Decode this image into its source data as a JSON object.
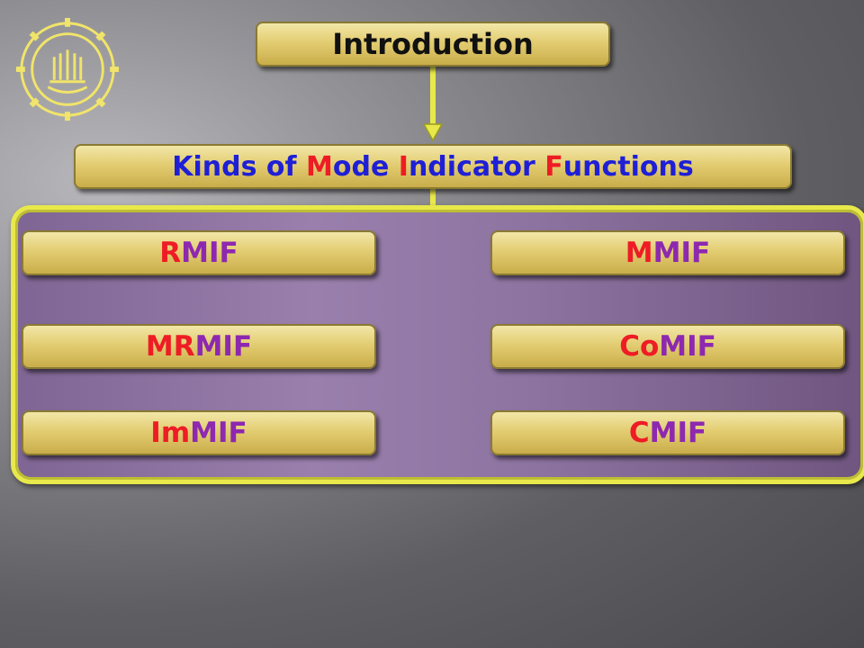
{
  "title_box": "Introduction",
  "heading": {
    "parts": [
      {
        "text": "K",
        "color": "blue"
      },
      {
        "text": "inds of ",
        "color": "blue"
      },
      {
        "text": "M",
        "color": "red"
      },
      {
        "text": "ode ",
        "color": "blue"
      },
      {
        "text": "I",
        "color": "red"
      },
      {
        "text": "ndicator ",
        "color": "blue"
      },
      {
        "text": "F",
        "color": "red"
      },
      {
        "text": "unctions",
        "color": "blue"
      }
    ]
  },
  "items": {
    "rmif": {
      "prefix": "R",
      "suffix": "MIF"
    },
    "mmif": {
      "prefix": "M",
      "suffix": "MIF"
    },
    "mrmif": {
      "prefix": "MR",
      "suffix": "MIF"
    },
    "comif": {
      "prefix": "Co",
      "suffix": "MIF"
    },
    "immif": {
      "prefix": "Im",
      "suffix": "MIF"
    },
    "cmif": {
      "prefix": "C",
      "suffix": "MIF"
    }
  },
  "colors": {
    "red": "#ee1c25",
    "blue": "#1f1fd6",
    "purple": "#8d28b0",
    "arrow_yellow": "#e8e84a",
    "arrow_green": "#1a8f1a",
    "box_gold": "#e3cd72"
  },
  "icons": [
    "university-seal-icon",
    "down-arrow-icon",
    "double-arrow-icon"
  ]
}
